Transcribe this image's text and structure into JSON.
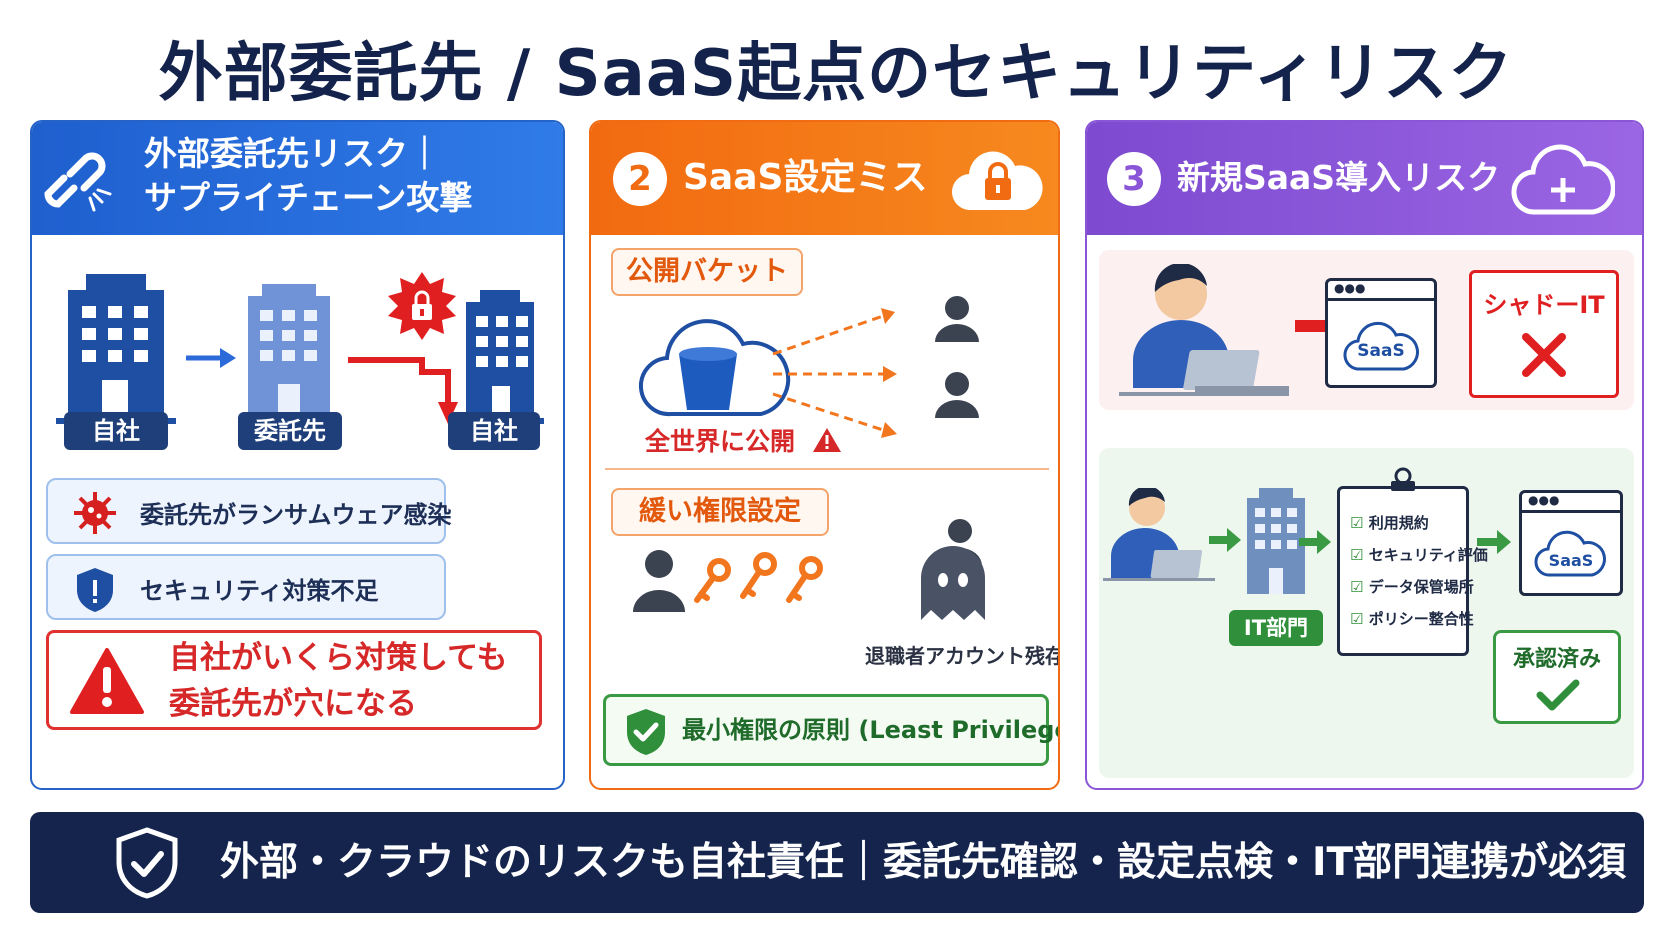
{
  "title": "外部委託先 / SaaS起点のセキュリティリスク",
  "colors": {
    "blue": "#2563c7",
    "orange": "#f06b12",
    "purple": "#8a55d6",
    "navy": "#14244d",
    "red": "#d62828",
    "green": "#3a9a44"
  },
  "panel1": {
    "header_line1": "外部委託先リスク｜",
    "header_line2": "サプライチェーン攻撃",
    "header_icon": "chain-link-broken-icon",
    "buildings": [
      "自社",
      "委託先",
      "自社"
    ],
    "items": [
      {
        "icon": "virus-icon",
        "text": "委託先がランサムウェア感染"
      },
      {
        "icon": "shield-alert-icon",
        "text": "セキュリティ対策不足"
      }
    ],
    "warning_line1": "自社がいくら対策しても",
    "warning_line2": "委託先が穴になる"
  },
  "panel2": {
    "number": "2",
    "header": "SaaS設定ミス",
    "header_icon": "cloud-lock-icon",
    "tag1": "公開バケット",
    "public_label": "全世界に公開",
    "tag2": "緩い権限設定",
    "ghost_label": "退職者アカウント残存",
    "principle": "最小権限の原則 (Least Privilege)"
  },
  "panel3": {
    "number": "3",
    "header": "新規SaaS導入リスク",
    "header_icon": "cloud-plus-icon",
    "saas_label": "SaaS",
    "shadow_it": "シャドーIT",
    "it_dept": "IT部門",
    "checklist": [
      "利用規約",
      "セキュリティ評価",
      "データ保管場所",
      "ポリシー整合性"
    ],
    "approved": "承認済み"
  },
  "footer": {
    "text": "外部・クラウドのリスクも自社責任｜委託先確認・設定点検・IT部門連携が必須"
  }
}
